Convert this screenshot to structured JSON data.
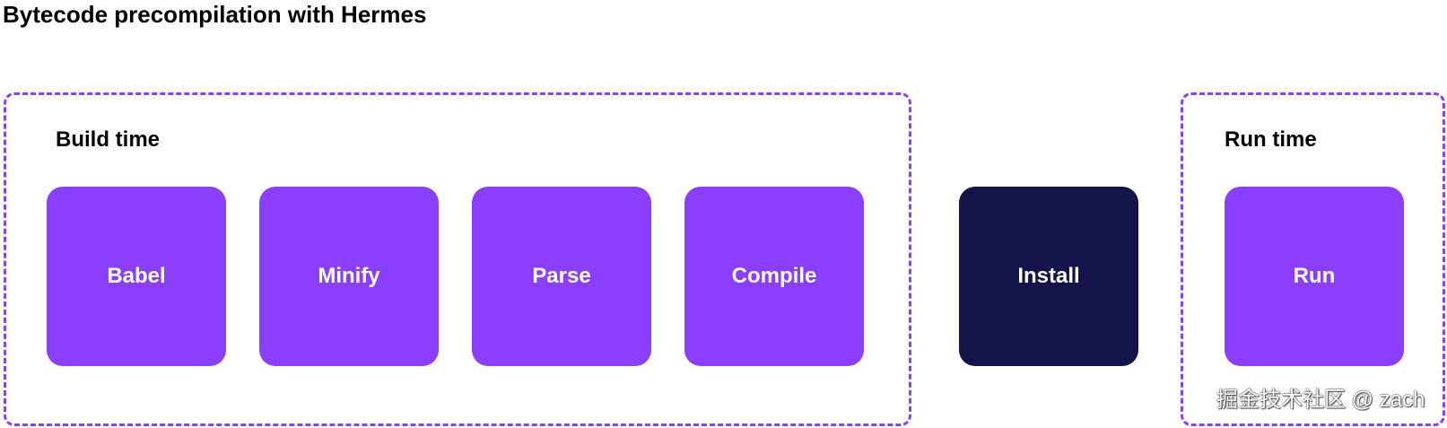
{
  "title": "Bytecode precompilation with Hermes",
  "groups": {
    "build": {
      "label": "Build time"
    },
    "run": {
      "label": "Run time"
    }
  },
  "steps": {
    "babel": "Babel",
    "minify": "Minify",
    "parse": "Parse",
    "compile": "Compile",
    "install": "Install",
    "run": "Run"
  },
  "watermark": "掘金技术社区 @ zach",
  "colors": {
    "accent_purple": "#8a3ffc",
    "dark_navy": "#14144b",
    "dashed_border": "#8a3ffc"
  }
}
